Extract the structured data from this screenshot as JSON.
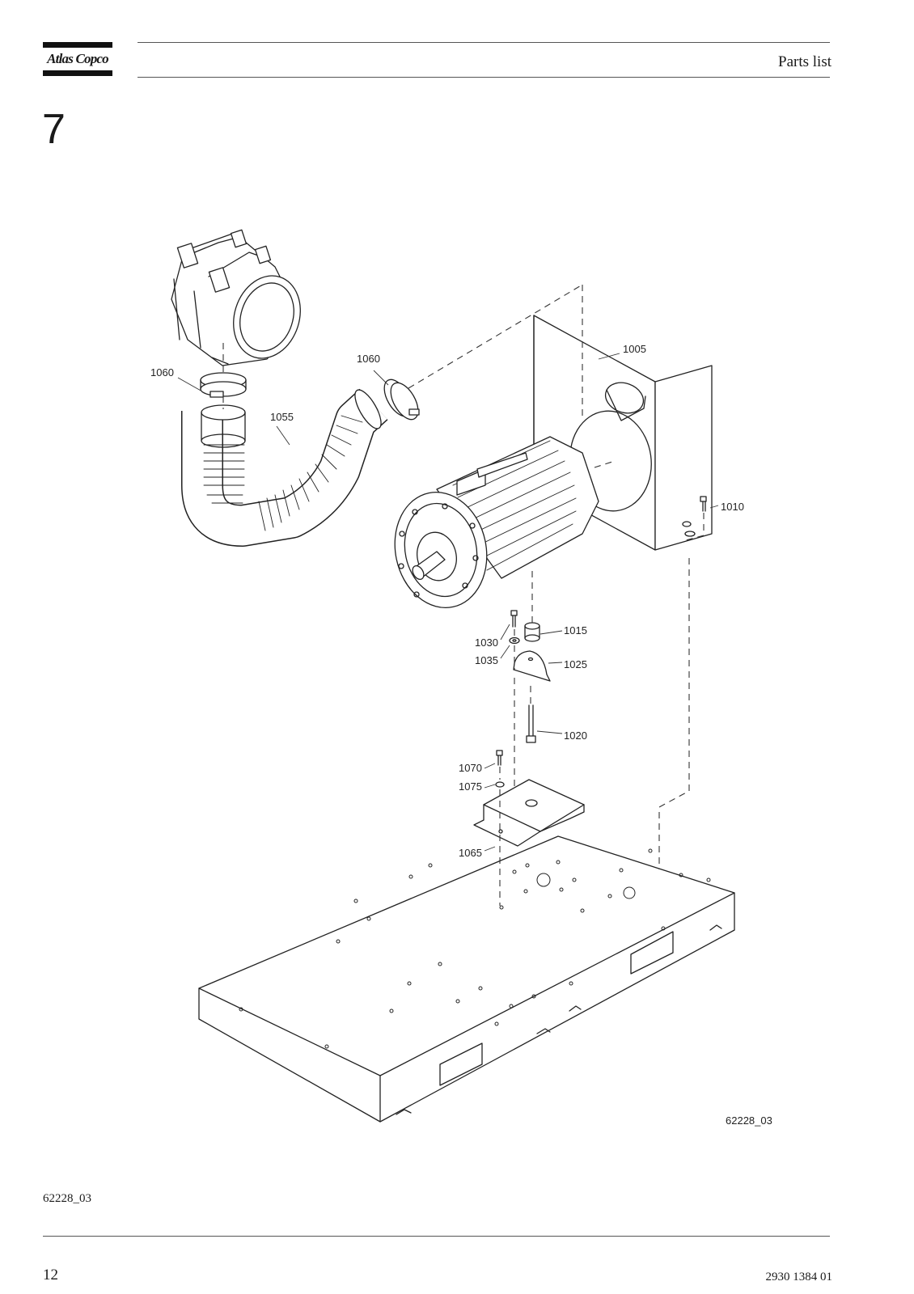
{
  "header": {
    "logo_text": "Atlas Copco",
    "section_title": "Parts list"
  },
  "chapter_number": "7",
  "drawing": {
    "drawing_id": "62228_03",
    "callouts": {
      "c1005": "1005",
      "c1010": "1010",
      "c1015": "1015",
      "c1020": "1020",
      "c1025": "1025",
      "c1030": "1030",
      "c1035": "1035",
      "c1055": "1055",
      "c1060a": "1060",
      "c1060b": "1060",
      "c1065": "1065",
      "c1070": "1070",
      "c1075": "1075"
    }
  },
  "figure_reference": "62228_03",
  "footer": {
    "page_number": "12",
    "document_number": "2930 1384 01"
  }
}
